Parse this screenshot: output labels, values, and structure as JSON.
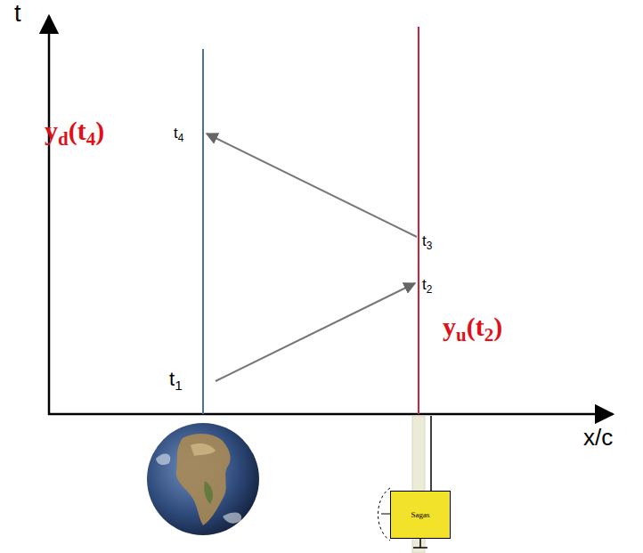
{
  "diagram": {
    "nodes": [
      {
        "text": [
          "Sagas"
        ]
      }
    ],
    "labels": [
      "t",
      "yd(t4)",
      "t4",
      "t3",
      "t2",
      "yu(t2)",
      "t1",
      "x/c"
    ]
  }
}
